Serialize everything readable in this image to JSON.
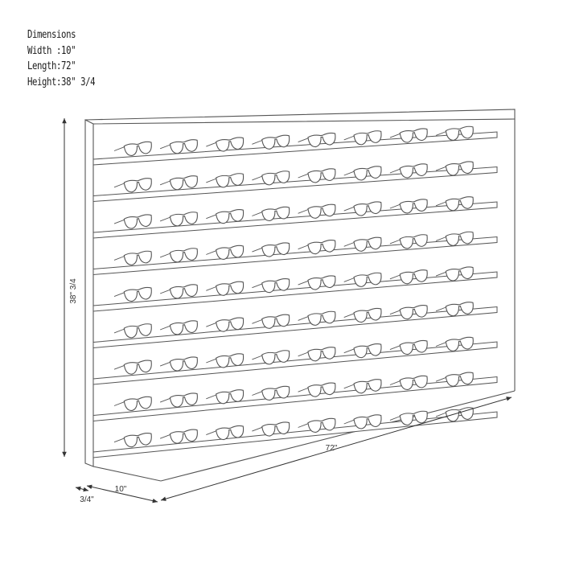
{
  "specs": {
    "heading": "Dimensions",
    "width": "Width :10\"",
    "length": "Length:72\"",
    "height": "Height:38\" 3/4"
  },
  "dimension_labels": {
    "height": "38\" 3/4",
    "length": "72\"",
    "depth": "10\"",
    "thickness": "3/4\""
  },
  "rack": {
    "shelf_rows": 9,
    "glasses_per_row": 8
  },
  "colors": {
    "line": "#555555",
    "text": "#1c1c1c"
  }
}
